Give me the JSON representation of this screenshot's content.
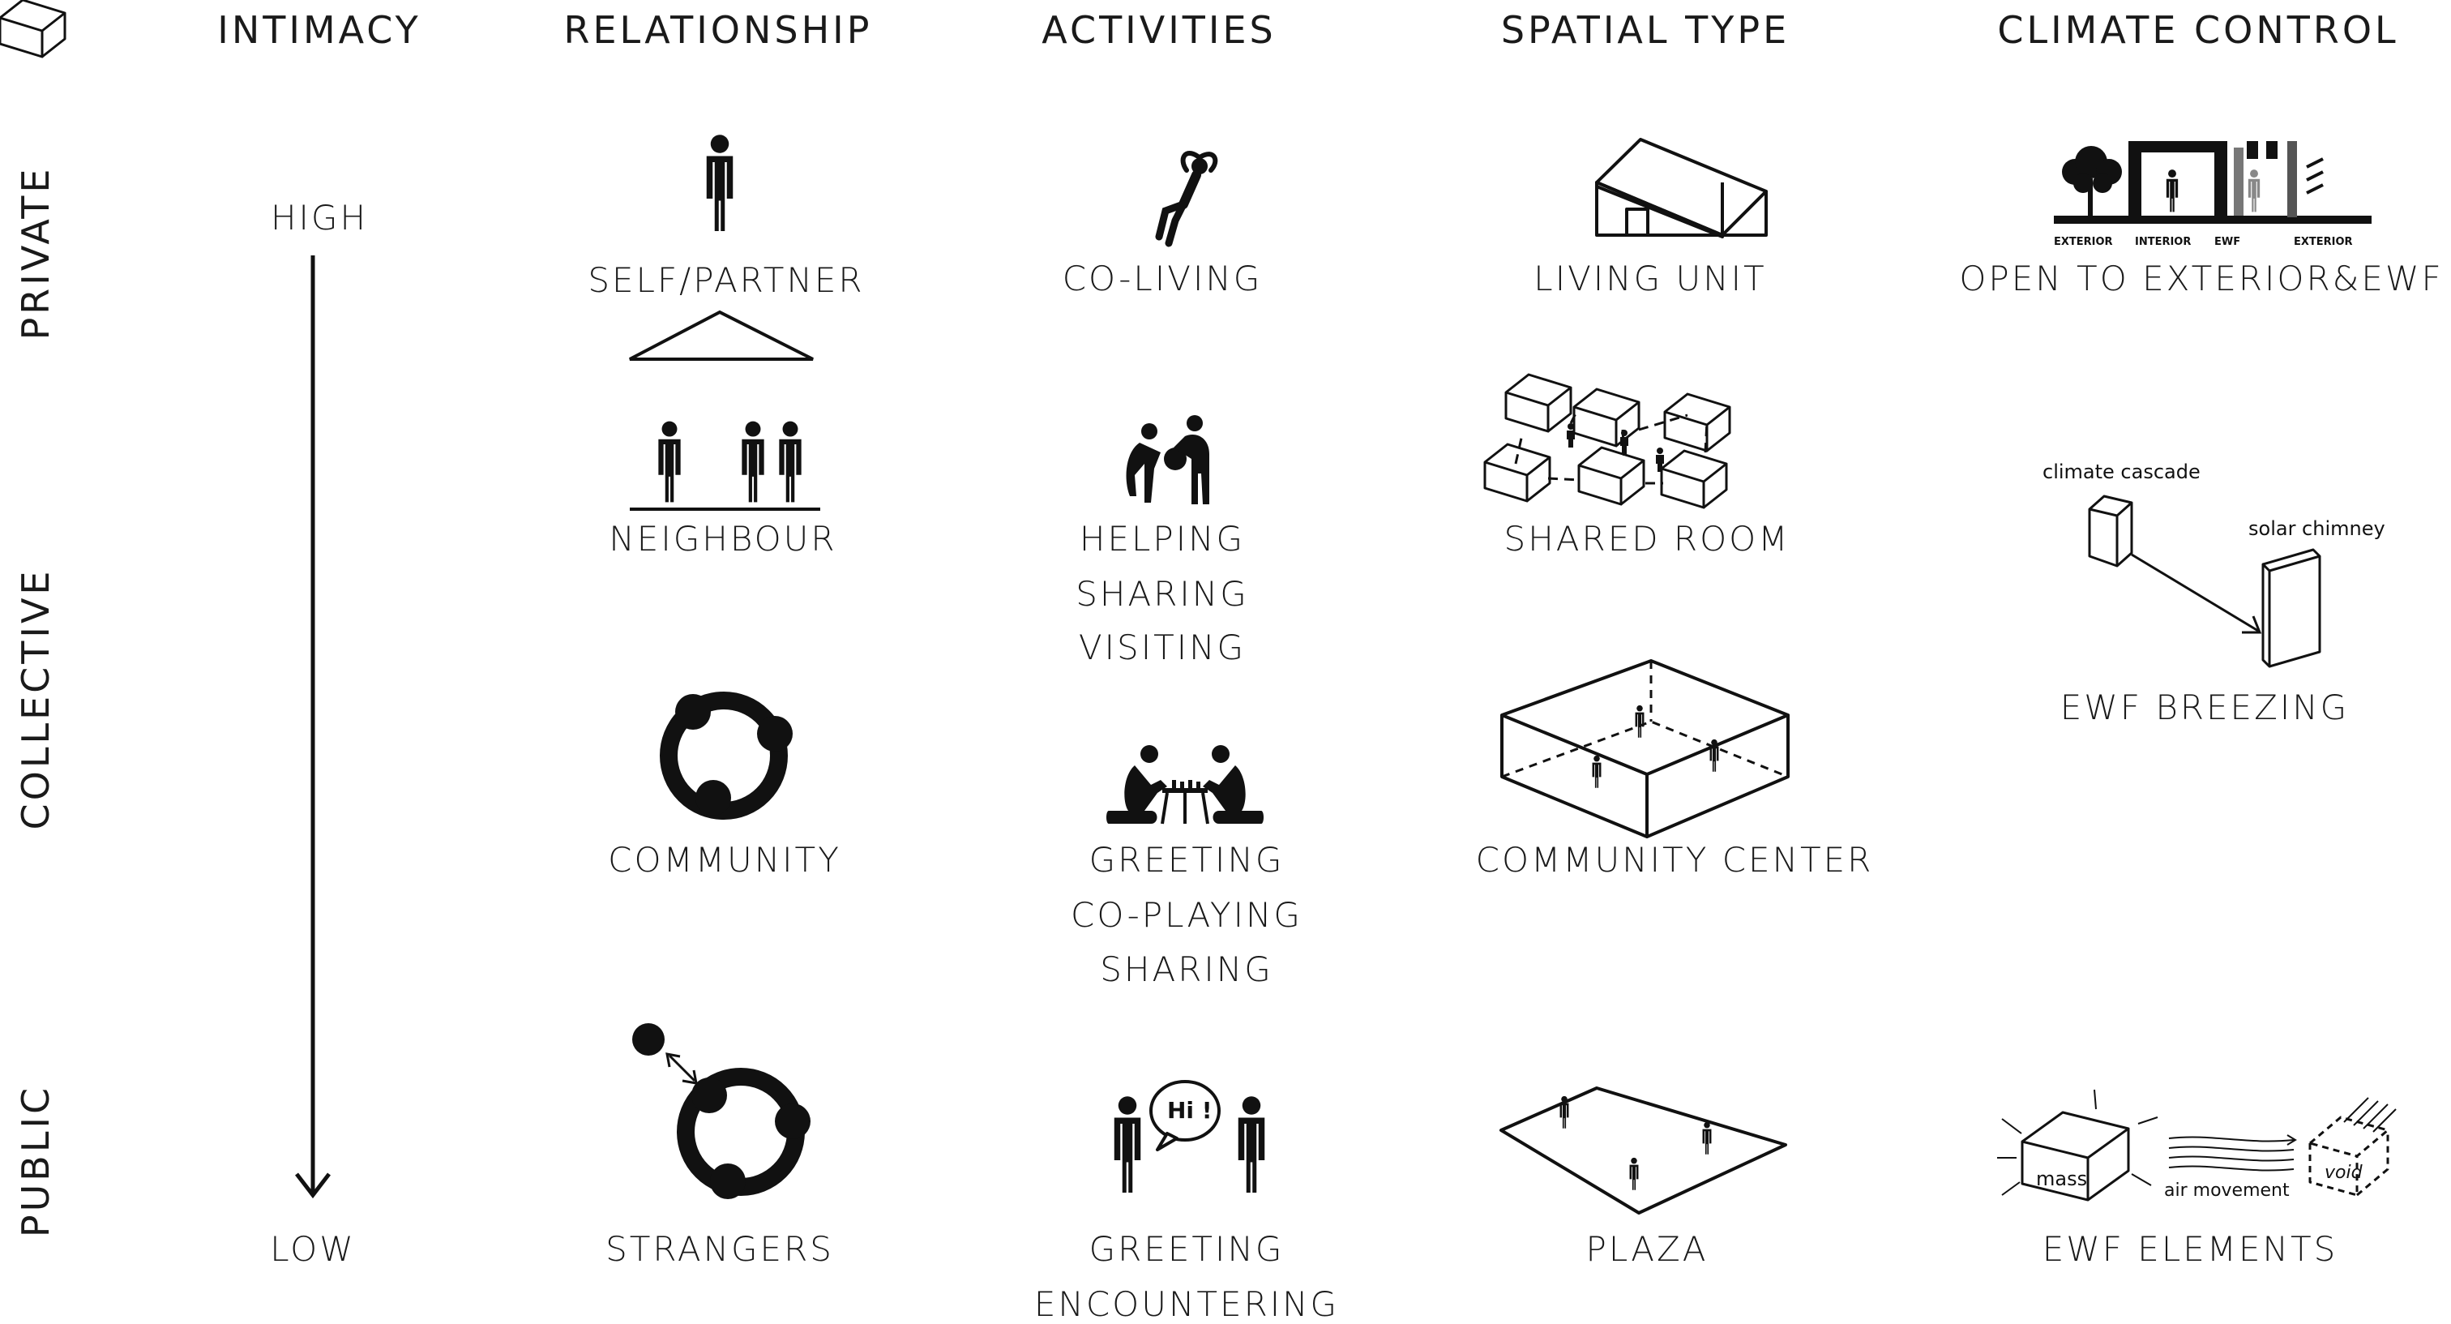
{
  "headers": {
    "intimacy": "INTIMACY",
    "relationship": "RELATIONSHIP",
    "activities": "ACTIVITIES",
    "spatial_type": "SPATIAL TYPE",
    "climate_control": "CLIMATE CONTROL"
  },
  "rows": {
    "private": "PRIVATE",
    "collective": "COLLECTIVE",
    "public": "PUBLIC"
  },
  "intimacy": {
    "high": "HIGH",
    "low": "LOW"
  },
  "relationship": {
    "self": "SELF/PARTNER",
    "neighbour": "NEIGHBOUR",
    "community": "COMMUNITY",
    "strangers": "STRANGERS"
  },
  "activities": {
    "private": [
      "CO-LIVING"
    ],
    "neighbour": [
      "HELPING",
      "SHARING",
      "VISITING"
    ],
    "community": [
      "GREETING",
      "CO-PLAYING",
      "SHARING"
    ],
    "public": [
      "GREETING",
      "ENCOUNTERING"
    ],
    "speech_bubble": "Hi !"
  },
  "spatial": {
    "living_unit": "LIVING UNIT",
    "shared_room": "SHARED ROOM",
    "community_center": "COMMUNITY CENTER",
    "plaza": "PLAZA"
  },
  "climate": {
    "open_label": "OPEN TO EXTERIOR&EWF",
    "section_labels": [
      "EXTERIOR",
      "INTERIOR",
      "EWF",
      "EXTERIOR"
    ],
    "climate_cascade": "climate cascade",
    "solar_chimney": "solar chimney",
    "ewf_breezing": "EWF BREEZING",
    "mass": "mass",
    "air_movement": "air movement",
    "void": "void",
    "ewf_elements": "EWF ELEMENTS"
  }
}
